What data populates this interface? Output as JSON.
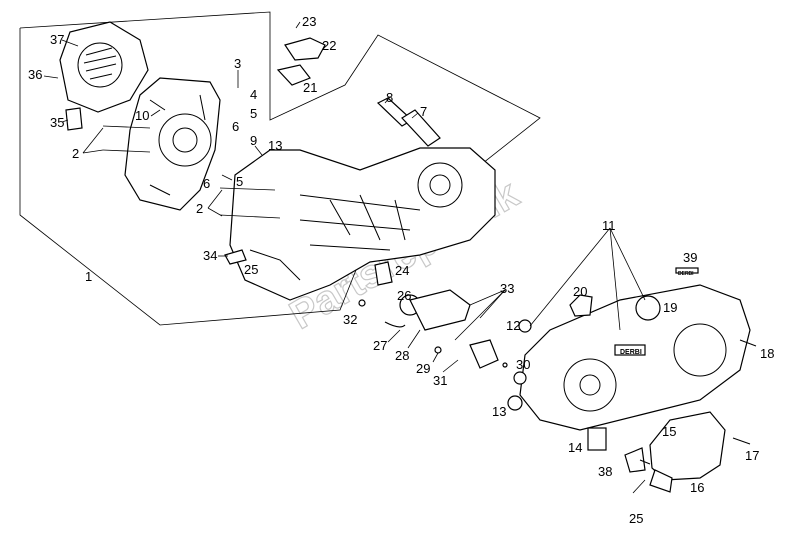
{
  "watermark": "Partsrepublik",
  "callouts": [
    "1",
    "2",
    "3",
    "4",
    "5",
    "6",
    "7",
    "8",
    "9",
    "10",
    "11",
    "12",
    "13",
    "14",
    "15",
    "16",
    "17",
    "18",
    "19",
    "20",
    "21",
    "22",
    "23",
    "24",
    "25",
    "26",
    "27",
    "28",
    "29",
    "30",
    "31",
    "32",
    "33",
    "34",
    "35",
    "36",
    "37",
    "38",
    "39"
  ],
  "brand_text": "DERBI"
}
